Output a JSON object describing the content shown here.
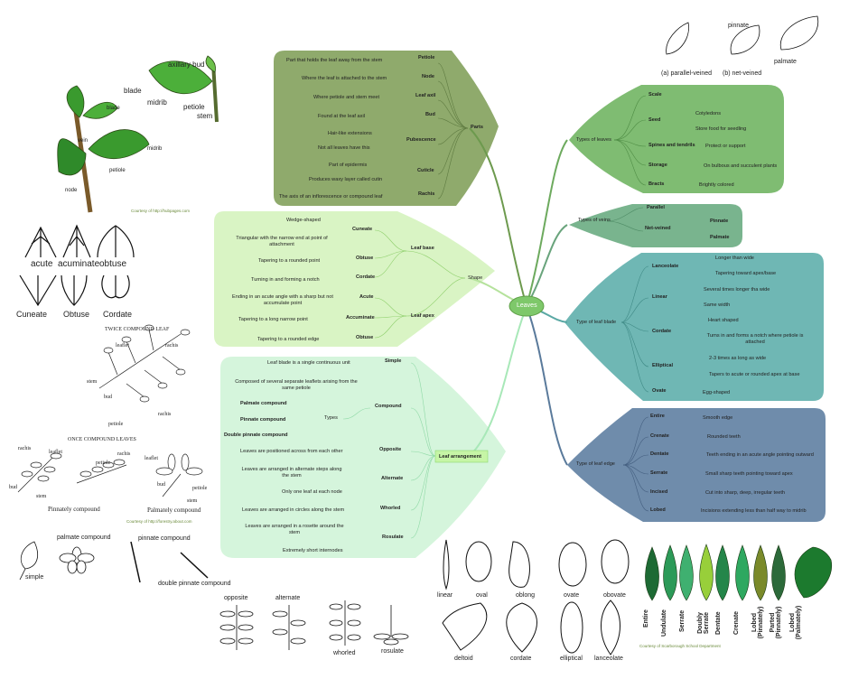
{
  "center": "Leaves",
  "colors": {
    "parts": "#8faa6c",
    "shape": "#d9f4c4",
    "arrangement": "#d5f5dc",
    "types_leaves": "#7fbc72",
    "types_veins": "#79b48e",
    "leaf_blade": "#6fb7b4",
    "leaf_edge": "#6f8cab",
    "center": "#7ec86a"
  },
  "parts": {
    "title": "Parts",
    "rows": [
      {
        "term": "Petiole",
        "desc": "Part that holds the leaf away from the stem"
      },
      {
        "term": "Node",
        "desc": "Where the leaf is attached to the stem"
      },
      {
        "term": "Leaf axil",
        "desc": "Where petiole and stem meet"
      },
      {
        "term": "Bud",
        "desc": "Found at the leaf axil"
      },
      {
        "term": "Pubescence",
        "desc1": "Hair-like extensions",
        "desc2": "Not all leaves have this"
      },
      {
        "term": "Cuticle",
        "desc1": "Part of epidermis",
        "desc2": "Produces waxy layer called cutin"
      },
      {
        "term": "Rachis",
        "desc": "The axis of an inflorescence or compound leaf"
      }
    ]
  },
  "shape": {
    "title": "Shape",
    "leaf_base": "Leaf base",
    "leaf_apex": "Leaf apex",
    "rows": [
      {
        "term": "Cuneate",
        "desc": "Wedge-shaped"
      },
      {
        "term": "Obtuse",
        "desc": "Triangular with the narrow end at point of attachment"
      },
      {
        "term": "Cordate",
        "desc": "Tapering to a rounded point"
      },
      {
        "term": "Acute",
        "desc": "Turning in and forming a notch"
      },
      {
        "term": "Accuminate",
        "desc": "Ending in an acute angle with a sharp but not accumulate point"
      },
      {
        "term": "Obtuse",
        "desc": "Tapering to a long narrow point"
      },
      {
        "term": "",
        "desc": "Tapering to a rounded edge"
      }
    ]
  },
  "arrangement": {
    "title": "Leaf arrangement",
    "simple": "Simple",
    "simple_desc": "Leaf blade is a single continuous unit",
    "compound": "Compound",
    "compound_desc": "Composed of several separate leaflets arising from the same petiole",
    "types": "Types",
    "palmate": "Palmate compound",
    "pinnate": "Pinnate compound",
    "double_pinnate": "Double pinnate compound",
    "opposite": "Opposite",
    "opposite_desc": "Leaves are positioned across from each other",
    "alternate": "Alternate",
    "alternate_desc": "Leaves are arranged in alternate steps along the stem",
    "alternate_desc2": "Only one leaf at each node",
    "whorled": "Whorled",
    "whorled_desc": "Leaves are arranged in circles along the stem",
    "rosulate": "Rosulate",
    "rosulate_desc": "Leaves are arranged in a rosette around the stem",
    "rosulate_desc2": "Extremely short internodes"
  },
  "types_leaves": {
    "title": "Types of leaves",
    "scale": "Scale",
    "seed": "Seed",
    "cotyledons": "Cotyledons",
    "store_food": "Store food for seedling",
    "spines": "Spines and tendrils",
    "protect": "Protect or support",
    "storage": "Storage",
    "storage_desc": "On bulbous and succulent plants",
    "bracts": "Bracts",
    "bracts_desc": "Brightly colored"
  },
  "types_veins": {
    "title": "Types of veins",
    "parallel": "Parallel",
    "net": "Net-veined",
    "pinnate": "Pinnate",
    "palmate": "Palmate"
  },
  "leaf_blade": {
    "title": "Type of leaf blade",
    "lanceolate": "Lanceolate",
    "lanceolate_1": "Longer than wide",
    "lanceolate_2": "Tapering toward apex/base",
    "linear": "Linear",
    "linear_1": "Several times longer tha wide",
    "linear_2": "Same width",
    "cordate": "Cordate",
    "cordate_1": "Heart shaped",
    "cordate_2": "Turns in and forms a notch where petiole is attached",
    "elliptical": "Elliptical",
    "elliptical_1": "2-3 times as long as wide",
    "elliptical_2": "Tapers to acute or rounded apex at base",
    "ovate": "Ovate",
    "ovate_1": "Egg-shaped"
  },
  "leaf_edge": {
    "title": "Type of leaf edge",
    "rows": [
      {
        "term": "Entire",
        "desc": "Smooth edge"
      },
      {
        "term": "Crenate",
        "desc": "Rounded teeth"
      },
      {
        "term": "Dentate",
        "desc": "Teeth ending in an acute angle pointing outward"
      },
      {
        "term": "Serrate",
        "desc": "Small sharp teeth pointing toward apex"
      },
      {
        "term": "Incised",
        "desc": "Cut into sharp, deep, irregular teeth"
      },
      {
        "term": "Lobed",
        "desc": "Incisions extending less than half way to midrib"
      }
    ]
  },
  "images": {
    "parts_labels": {
      "axillary_bud": "axillary bud",
      "blade": "blade",
      "midrib": "midrib",
      "petiole": "petiole",
      "stem": "stem"
    },
    "parts_small": {
      "blade": "blade",
      "vein": "vein",
      "midrib": "midrib",
      "petiole": "petiole",
      "node": "node"
    },
    "courtesy1": "Courtesy of http://hubpages.com",
    "apex_labels": {
      "acute": "acute",
      "acuminate": "acuminate",
      "obtuse": "obtuse"
    },
    "base_labels": {
      "cuneate": "Cuneate",
      "obtuse": "Obtuse",
      "cordate": "Cordate"
    },
    "twice_title": "TWICE COMPOUND LEAF",
    "twice_labels": {
      "leaflet": "leaflet",
      "rachis": "rachis",
      "stem": "stem",
      "bud": "bud",
      "petiole": "petiole",
      "rachis2": "rachis"
    },
    "once_title": "ONCE COMPOUND LEAVES",
    "once_labels": {
      "rachis": "rachis",
      "leaflet": "leaflet",
      "petiole": "petiole",
      "rachis2": "rachis",
      "leaflet2": "leaflet",
      "bud": "bud",
      "stem": "stem",
      "pinnately": "Pinnately compound",
      "palmately": "Palmately compound",
      "petiole2": "petiole",
      "bud2": "bud",
      "stem2": "stem"
    },
    "courtesy2": "Courtesy of http://forestry.about.com",
    "compound_labels": {
      "simple": "simple",
      "palmate": "palmate compound",
      "pinnate": "pinnate compound",
      "double": "double pinnate compound"
    },
    "arrangement_labels": {
      "opposite": "opposite",
      "alternate": "alternate",
      "whorled": "whorled",
      "rosulate": "rosulate"
    },
    "shapes_top": [
      "linear",
      "oval",
      "oblong",
      "ovate",
      "obovate"
    ],
    "shapes_bottom": [
      "deltoid",
      "cordate",
      "elliptical",
      "lanceolate"
    ],
    "veins_labels": {
      "parallel": "(a) parallel-veined",
      "net": "(b) net-veined",
      "pinnate": "pinnate",
      "palmate": "palmate"
    },
    "edges": [
      "Entire",
      "Undulate",
      "Serrate",
      "Doubly Serrate",
      "Dentate",
      "Crenate",
      "Lobed (Pinnately)",
      "Parted (Pinnately)",
      "Lobed (Palmately)"
    ],
    "courtesy3": "Courtesy of Scarborough School Department"
  }
}
